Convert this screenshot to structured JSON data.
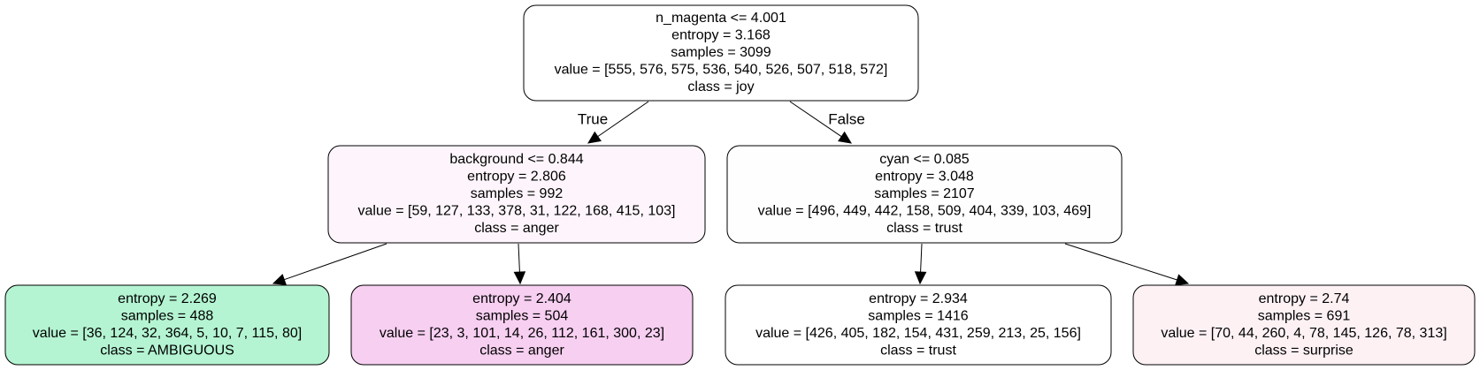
{
  "tree": {
    "nodes": [
      {
        "id": "root",
        "fill": "#ffffff",
        "lines": [
          "n_magenta <= 4.001",
          "entropy = 3.168",
          "samples = 3099",
          "value = [555, 576, 575, 536, 540, 526, 507, 518, 572]",
          "class = joy"
        ]
      },
      {
        "id": "left",
        "fill": "#fdf5fb",
        "lines": [
          "background <= 0.844",
          "entropy = 2.806",
          "samples = 992",
          "value = [59, 127, 133, 378, 31, 122, 168, 415, 103]",
          "class = anger"
        ]
      },
      {
        "id": "right",
        "fill": "#fefefe",
        "lines": [
          "cyan <= 0.085",
          "entropy = 3.048",
          "samples = 2107",
          "value = [496, 449, 442, 158, 509, 404, 339, 103, 469]",
          "class = trust"
        ]
      },
      {
        "id": "left-left",
        "fill": "#b4f4d2",
        "lines": [
          "entropy = 2.269",
          "samples = 488",
          "value = [36, 124, 32, 364, 5, 10, 7, 115, 80]",
          "class = AMBIGUOUS"
        ]
      },
      {
        "id": "left-right",
        "fill": "#f7cff1",
        "lines": [
          "entropy = 2.404",
          "samples = 504",
          "value = [23, 3, 101, 14, 26, 112, 161, 300, 23]",
          "class = anger"
        ]
      },
      {
        "id": "right-left",
        "fill": "#ffffff",
        "lines": [
          "entropy = 2.934",
          "samples = 1416",
          "value = [426, 405, 182, 154, 431, 259, 213, 25, 156]",
          "class = trust"
        ]
      },
      {
        "id": "right-right",
        "fill": "#fdf1f4",
        "lines": [
          "entropy = 2.74",
          "samples = 691",
          "value = [70, 44, 260, 4, 78, 145, 126, 78, 313]",
          "class = surprise"
        ]
      }
    ],
    "edges": [
      {
        "from": "root",
        "to": "left",
        "label": "True"
      },
      {
        "from": "root",
        "to": "right",
        "label": "False"
      },
      {
        "from": "left",
        "to": "left-left",
        "label": ""
      },
      {
        "from": "left",
        "to": "left-right",
        "label": ""
      },
      {
        "from": "right",
        "to": "right-left",
        "label": ""
      },
      {
        "from": "right",
        "to": "right-right",
        "label": ""
      }
    ]
  }
}
